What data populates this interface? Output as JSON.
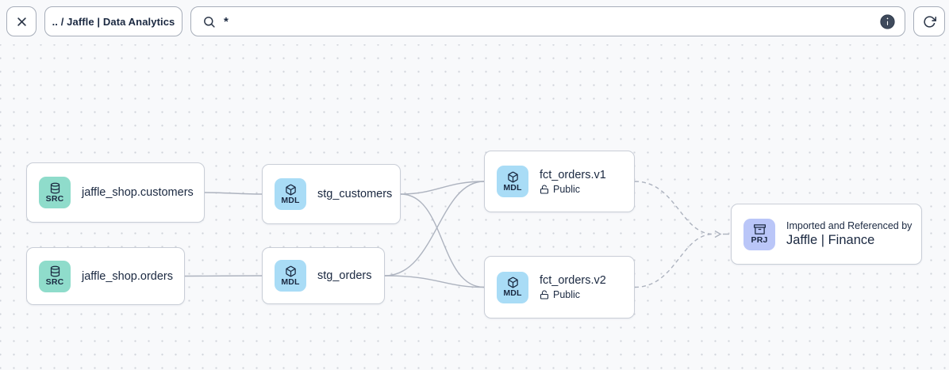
{
  "toolbar": {
    "breadcrumb_label": ".. / Jaffle | Data Analytics",
    "search_value": "*"
  },
  "canvas": {
    "nodes": {
      "src_customers": {
        "type": "source",
        "badge": "SRC",
        "title": "jaffle_shop.customers"
      },
      "src_orders": {
        "type": "source",
        "badge": "SRC",
        "title": "jaffle_shop.orders"
      },
      "stg_customers": {
        "type": "model",
        "badge": "MDL",
        "title": "stg_customers"
      },
      "stg_orders": {
        "type": "model",
        "badge": "MDL",
        "title": "stg_orders"
      },
      "fct_orders_v1": {
        "type": "model",
        "badge": "MDL",
        "title": "fct_orders.v1",
        "access": "Public"
      },
      "fct_orders_v2": {
        "type": "model",
        "badge": "MDL",
        "title": "fct_orders.v2",
        "access": "Public"
      },
      "project_finance": {
        "type": "project",
        "badge": "PRJ",
        "subtitle": "Imported and Referenced by",
        "title": "Jaffle | Finance"
      }
    },
    "edges": [
      {
        "from": "src_customers",
        "to": "stg_customers",
        "style": "solid"
      },
      {
        "from": "src_orders",
        "to": "stg_orders",
        "style": "solid"
      },
      {
        "from": "stg_customers",
        "to": "fct_orders_v1",
        "style": "solid"
      },
      {
        "from": "stg_customers",
        "to": "fct_orders_v2",
        "style": "solid"
      },
      {
        "from": "stg_orders",
        "to": "fct_orders_v1",
        "style": "solid"
      },
      {
        "from": "stg_orders",
        "to": "fct_orders_v2",
        "style": "solid"
      },
      {
        "from": "fct_orders_v1",
        "to": "project_finance",
        "style": "dashed"
      },
      {
        "from": "fct_orders_v2",
        "to": "project_finance",
        "style": "dashed"
      }
    ]
  },
  "icons": {
    "close": "close-icon",
    "search": "search-icon",
    "info": "info-icon",
    "refresh": "refresh-icon",
    "source": "database-icon",
    "model": "cube-icon",
    "project": "archive-icon",
    "public_access": "unlock-icon"
  },
  "colors": {
    "source_badge_bg": "#8fdccb",
    "model_badge_bg": "#a9dcf6",
    "project_badge_bg": "#bac6f8",
    "node_border": "#c9ced7",
    "node_text": "#1a2840",
    "edge": "#adb3bf",
    "canvas_bg": "#f8f9fb",
    "dot": "#cfd3da",
    "toolbar_border": "#a6adb9",
    "info_bg": "#3f4a5c"
  }
}
